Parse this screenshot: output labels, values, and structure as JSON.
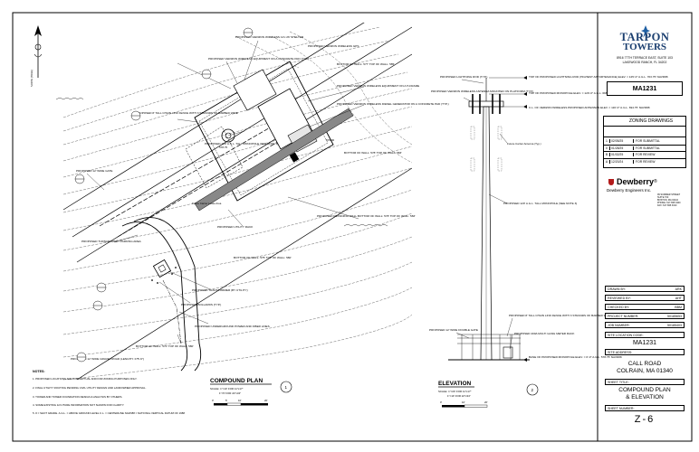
{
  "north_label": "NORTH (TRUE)",
  "brand": {
    "name_1": "TARPON",
    "name_2": "TOWERS",
    "addr_1": "8916 77TH TERRACE EAST, SUITE 103",
    "addr_2": "LAKEWOOD RANCH, FL 34202"
  },
  "site_id": "MA1231",
  "drawings_title": "ZONING DRAWINGS",
  "revisions": [
    {
      "rev": "1",
      "date": "02/05/25",
      "desc": "FOR SUBMITTAL"
    },
    {
      "rev": "0",
      "date": "01/28/25",
      "desc": "FOR SUBMITTAL"
    },
    {
      "rev": "B",
      "date": "01/02/25",
      "desc": "FOR REVIEW"
    },
    {
      "rev": "A",
      "date": "12/20/24",
      "desc": "FOR REVIEW"
    }
  ],
  "engineer": {
    "name": "Dewberry",
    "full": "Dewberry Engineers Inc.",
    "addr": "99 SUMMER STREET\nSUITE 700\nBOSTON, MA 02110\nPHONE: 617.695.3400\nFAX: 617.695.3310"
  },
  "title_fields": [
    {
      "label": "DRAWN BY:",
      "value": "ARK"
    },
    {
      "label": "REVIEWED BY:",
      "value": "AHT"
    },
    {
      "label": "CHECKED BY:",
      "value": "BBM"
    },
    {
      "label": "PROJECT NUMBER:",
      "value": "50185653"
    },
    {
      "label": "JOB NUMBER:",
      "value": "50185403"
    }
  ],
  "site_location_label": "SITE LOCATION CODE:",
  "site_location_value": "MA1231",
  "site_address_label": "SITE ADDRESS:",
  "site_address_1": "CALL ROAD",
  "site_address_2": "COLRAIN, MA 01340",
  "sheet_title_label": "SHEET TITLE:",
  "sheet_title_1": "COMPOUND PLAN",
  "sheet_title_2": "& ELEVATION",
  "sheet_number_label": "SHEET NUMBER:",
  "sheet_number": "Z-6",
  "compound_plan": {
    "title": "COMPOUND PLAN",
    "scale_1": "SCALE: 1\"=10' FOR 11\"x17\"",
    "scale_2": "1\"=5' FOR 22\"x34\"",
    "number": "1"
  },
  "elevation": {
    "title": "ELEVATION",
    "scale_1": "SCALE: 1\"=20' FOR 11\"x17\"",
    "scale_2": "1\"=10' FOR 22\"x34\"",
    "number": "2"
  },
  "plan_labels": {
    "verizon_shelter": "PROPOSED VERIZON WIRELESS 12'x 26' SHELTER",
    "verizon_pad": "PROPOSED VERIZON WIRELESS EQUIPMENT ON A CONCRETE PAD (TYP.)",
    "gps": "PROPOSED VERIZON WIRELESS GPS",
    "bottom_wall_1": "BOTTOM OF WALL: 577' TOP OF WALL: 585'",
    "verizon_equip": "PROPOSED VERIZON WIRELESS EQUIPMENT ON A H-FRAME",
    "generator": "PROPOSED VERIZON WIRELESS DIESEL GENERATOR ON A CONCRETE PAD (TYP.)",
    "fence": "PROPOSED 8' TALL CHAIN LINK FENCE WITH 3 STRANDS OF BARBED WIRE",
    "monopole": "PROPOSED 120' A.G.L. TALL MONOPOLE (SEE NOTE 3)",
    "gate": "PROPOSED 12' WIDE GATE",
    "future_carrier": "Future Carrier Lease Area",
    "retaining_wall": "PROPOSED RETAINING WALL BOTTOM OF WALL: 578' TOP OF WALL: 583'",
    "bottom_wall_2": "BOTTOM OF WALL: 578' TOP OF WALL: 583'",
    "turnaround": "PROPOSED TURNAROUND / PARKING AREA",
    "utility_rack": "PROPOSED UTILITY RACK",
    "bottom_wall_3": "BOTTOM OF WALL: 575' TOP OF WALL: 580'",
    "transformer": "PROPOSED TRANSFORMER (BY UTILITY)",
    "bollards": "PROPOSED BOLLARDS (TYP.)",
    "underground": "PROPOSED UNDERGROUND POWER AND FIBER LINES",
    "bottom_wall_4": "BOTTOM OF WALL: 570' TOP OF WALL: 580'",
    "access_road": "PROPOSED 12' WIDE GRAVEL ROAD (LENGTH: ±75'-6\")",
    "elev_1": "578.75",
    "elev_2": "576.00"
  },
  "elevation_labels": {
    "lightning": "PROPOSED LIGHTNING ROD (TYP.)",
    "antenna": "PROPOSED VERIZON WIRELESS ANTENNA MOUNTED ON PLATFORM (TYP.)",
    "top_rod": "TOP OF PROPOSED LIGHTNING ROD (HIGHEST APPURTENANCE) ELEV. = 125'-0\" A.G.L. 703.75' NAVD88",
    "top_monopole": "TOP OF PROPOSED MONOPOLE ELEV. = 120'-0\" A.G.L. 698.75' NAVD88",
    "cl_antennas": "C.L. OF VERIZON WIRELESS PROPOSED ANTENNAS ELEV. = 116'-0\" A.G.L. 694.75' NAVD88",
    "future_carrier": "Future Carrier Antenna (Typ.)",
    "monopole": "PROPOSED 120' A.G.L. TALL MONOPOLE (SEE NOTE 3)",
    "fence": "PROPOSED 8' TALL CHAIN LINK FENCE WITH 3 STRANDS OF BARBED WIRE",
    "gate": "PROPOSED 12' WIDE DOUBLE GATE",
    "meter": "PROPOSED 400A MULTI GANG METER RACK",
    "base": "BASE OF PROPOSED MONOPOLE ELEV. = 0'-0\" A.G.L. 578.75' NAVD88"
  },
  "notes_title": "NOTES:",
  "notes": [
    "1. PROPOSED LOCATIONS ARE CONCEPTUAL AND FOR ZONING PURPOSES ONLY.",
    "2. FINAL UTILITY ROUTING PENDING CIVIL UTILITY DESIGN AND LANDOWNER APPROVAL.",
    "3. TOWER AND TOWER FOUNDATION DESIGN & ANALYSIS BY OTHERS.",
    "4. SOME EXISTING & FUTURE INFORMATION NOT SHOWN FOR CLARITY.",
    "5. # = SHOT GRADE. A.G.L. = ABOVE GROUND LEVEL C.L. = CENTERLINE NAVD88 = NATIONAL VERTICAL DATUM OF 1988"
  ],
  "scale_ticks_plan": [
    "0'",
    "5'",
    "10'",
    "20'"
  ],
  "scale_ticks_elev": [
    "0'",
    "10'",
    "20'"
  ]
}
